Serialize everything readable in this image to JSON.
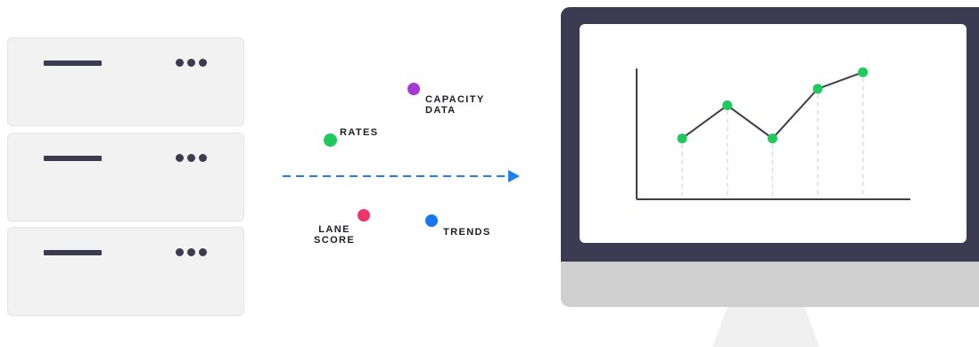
{
  "servers": [
    {
      "id": "server-1"
    },
    {
      "id": "server-2"
    },
    {
      "id": "server-3"
    }
  ],
  "data_points": [
    {
      "key": "capacity",
      "label": "CAPACITY\nDATA",
      "color": "#a43ad6"
    },
    {
      "key": "rates",
      "label": "RATES",
      "color": "#20c95c"
    },
    {
      "key": "lane",
      "label": "LANE\nSCORE",
      "color": "#f0336a"
    },
    {
      "key": "trends",
      "label": "TRENDS",
      "color": "#1677f5"
    }
  ],
  "colors": {
    "arrow": "#1e7ff0",
    "monitor_frame": "#3d3b52",
    "line": "#3d3b52",
    "marker": "#20c95c"
  },
  "chart": {
    "type": "line",
    "values": [
      4,
      6,
      4,
      7,
      8
    ]
  }
}
